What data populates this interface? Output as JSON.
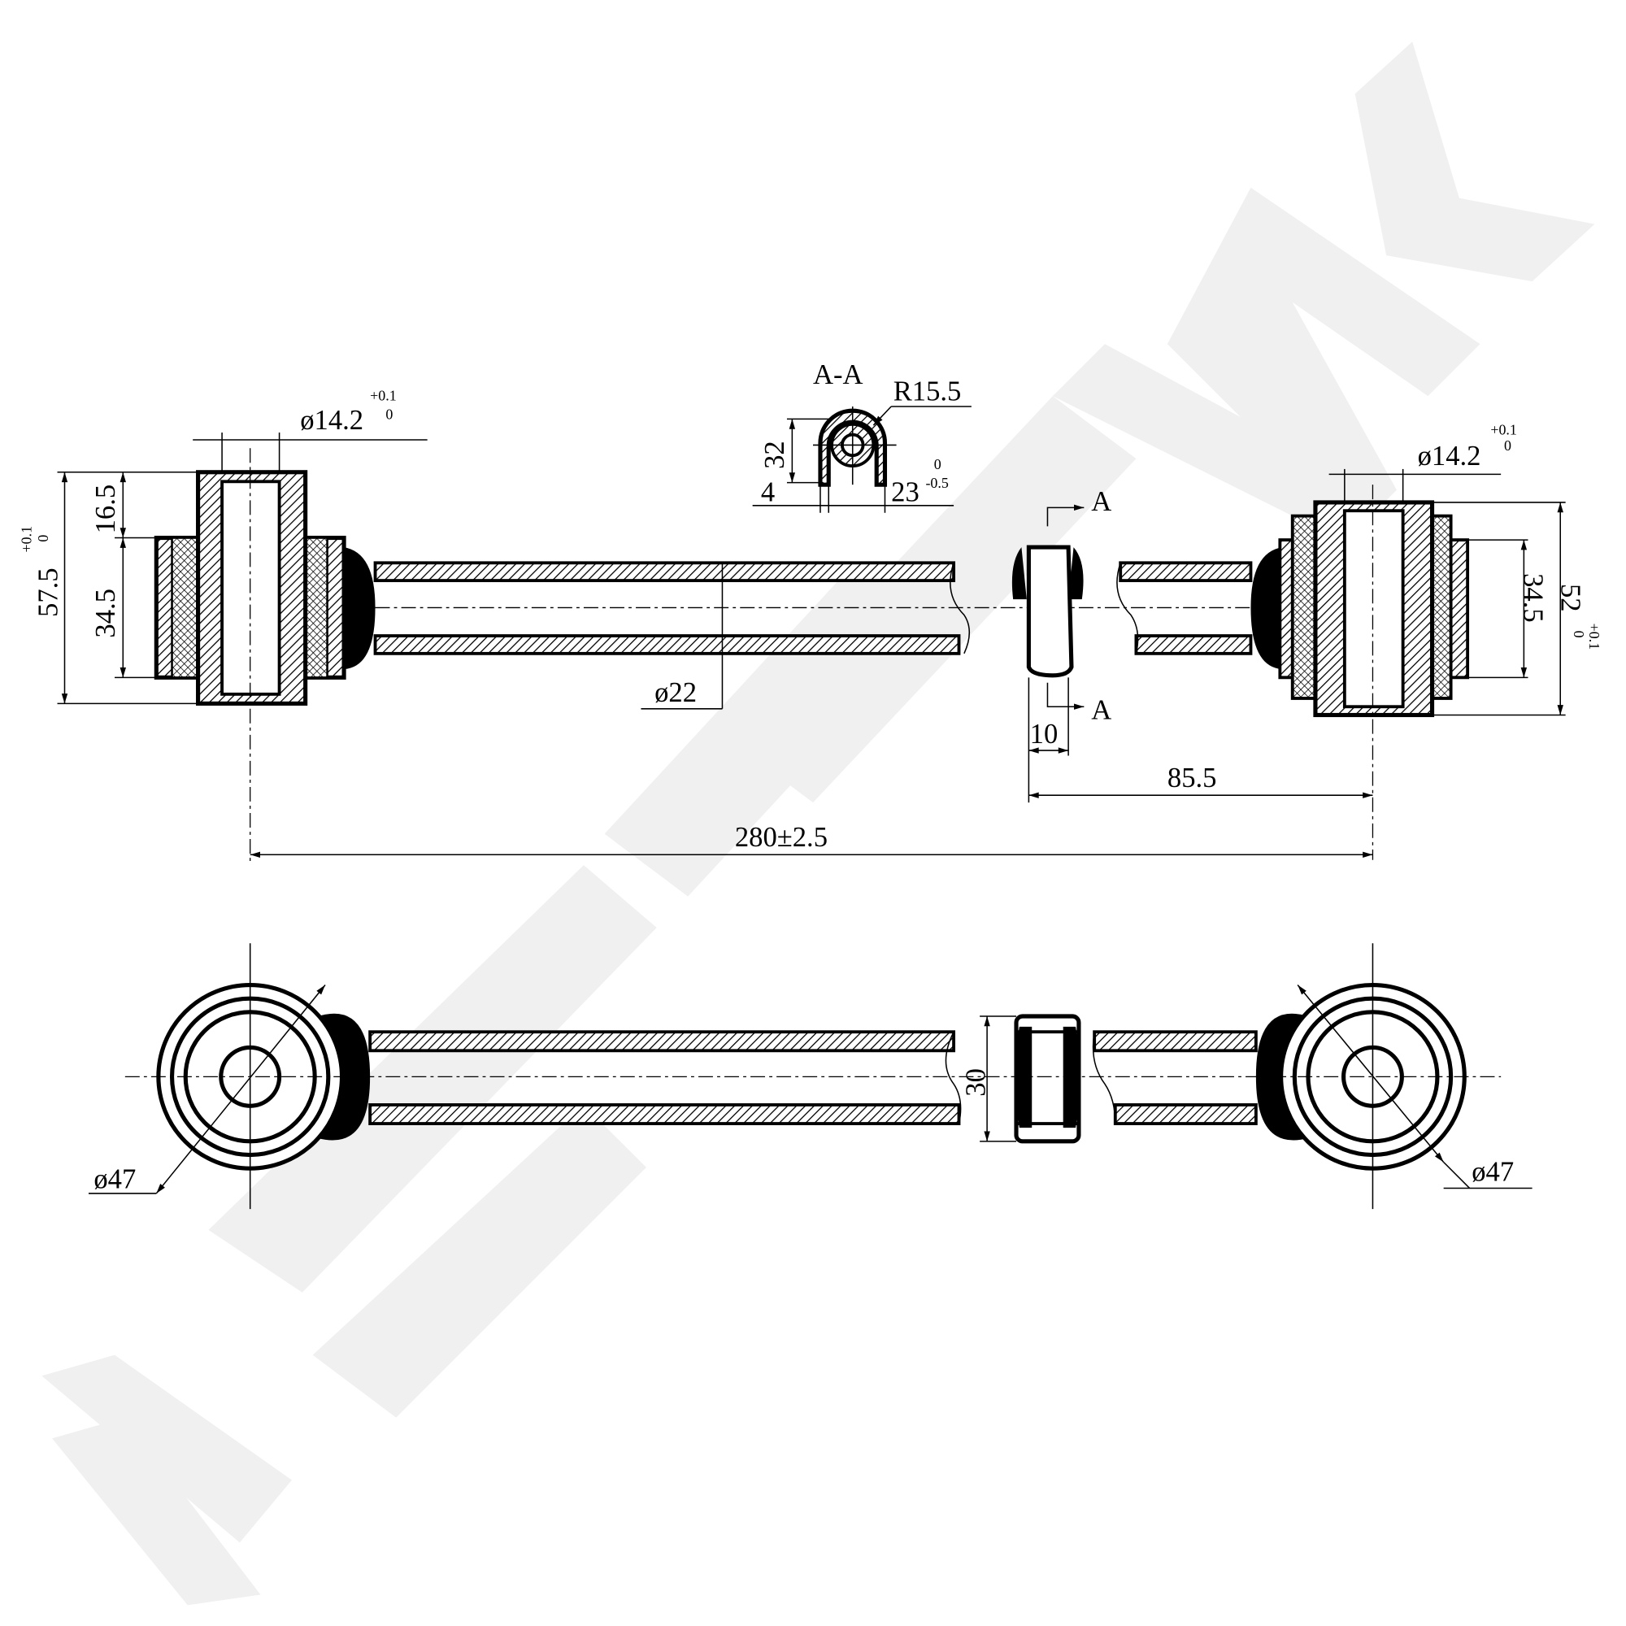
{
  "title": "A-A",
  "colors": {
    "line": "#000000",
    "watermark": "#efefef",
    "background": "#ffffff"
  },
  "top_view": {
    "left_bore_dia": "ø14.2",
    "left_bore_tol_upper": "+0.1",
    "left_bore_tol_lower": "0",
    "left_height": "57.5",
    "left_height_tol_upper": "+0.1",
    "left_height_tol_lower": "0",
    "left_flange": "16.5",
    "left_inner": "34.5",
    "rod_dia": "ø22",
    "right_bore_dia": "ø14.2",
    "right_bore_tol_upper": "+0.1",
    "right_bore_tol_lower": "0",
    "right_height": "52",
    "right_height_tol_upper": "+0.1",
    "right_height_tol_lower": "0",
    "right_inner": "34.5",
    "clamp_width": "10",
    "clamp_offset": "85.5",
    "overall_length": "280±2.5",
    "section_mark_top": "A",
    "section_mark_bottom": "A"
  },
  "section": {
    "label": "A-A",
    "radius": "R15.5",
    "height": "32",
    "wall": "4",
    "width": "23",
    "width_tol_upper": "0",
    "width_tol_lower": "-0.5"
  },
  "bottom_view": {
    "left_eye_dia": "ø47",
    "right_eye_dia": "ø47",
    "clamp_height": "30"
  }
}
